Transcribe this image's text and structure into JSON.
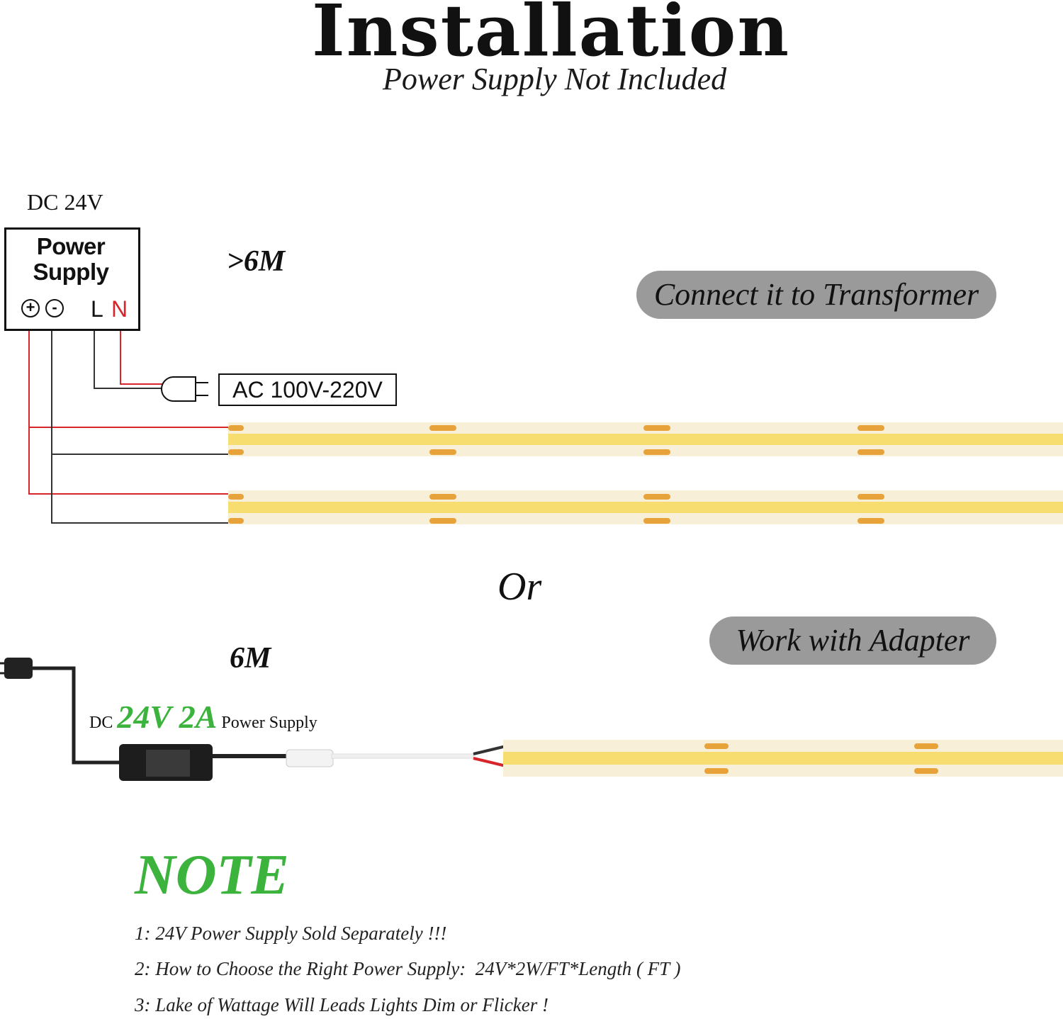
{
  "header": {
    "title": "Installation",
    "subtitle": "Power Supply Not Included"
  },
  "top_wiring": {
    "dc_label": "DC 24V",
    "power_supply_label": "Power\nSupply",
    "terminal_L": "L",
    "terminal_N": "N",
    "terminal_plus": "+",
    "terminal_minus": "-",
    "length": ">6M",
    "method": "Connect it to Transformer",
    "ac_label": "AC 100V-220V"
  },
  "separator": "Or",
  "adapter_wiring": {
    "length": "6M",
    "method": "Work with Adapter",
    "dc_prefix": "DC",
    "spec": "24V 2A",
    "power_supply_suffix": "Power Supply"
  },
  "note": {
    "heading": "NOTE",
    "lines": [
      "1: 24V Power Supply Sold Separately !!!",
      "2: How to Choose the Right Power Supply:  24V*2W/FT*Length ( FT )",
      "3: Lake of Wattage Will Leads Lights Dim or Flicker !"
    ]
  },
  "colors": {
    "accent_green": "#3cb33c",
    "wire_red": "#d7262b",
    "pill_gray": "#9a9a9a",
    "strip_yellow": "#f7dc6f",
    "pad_orange": "#e8a23a"
  }
}
